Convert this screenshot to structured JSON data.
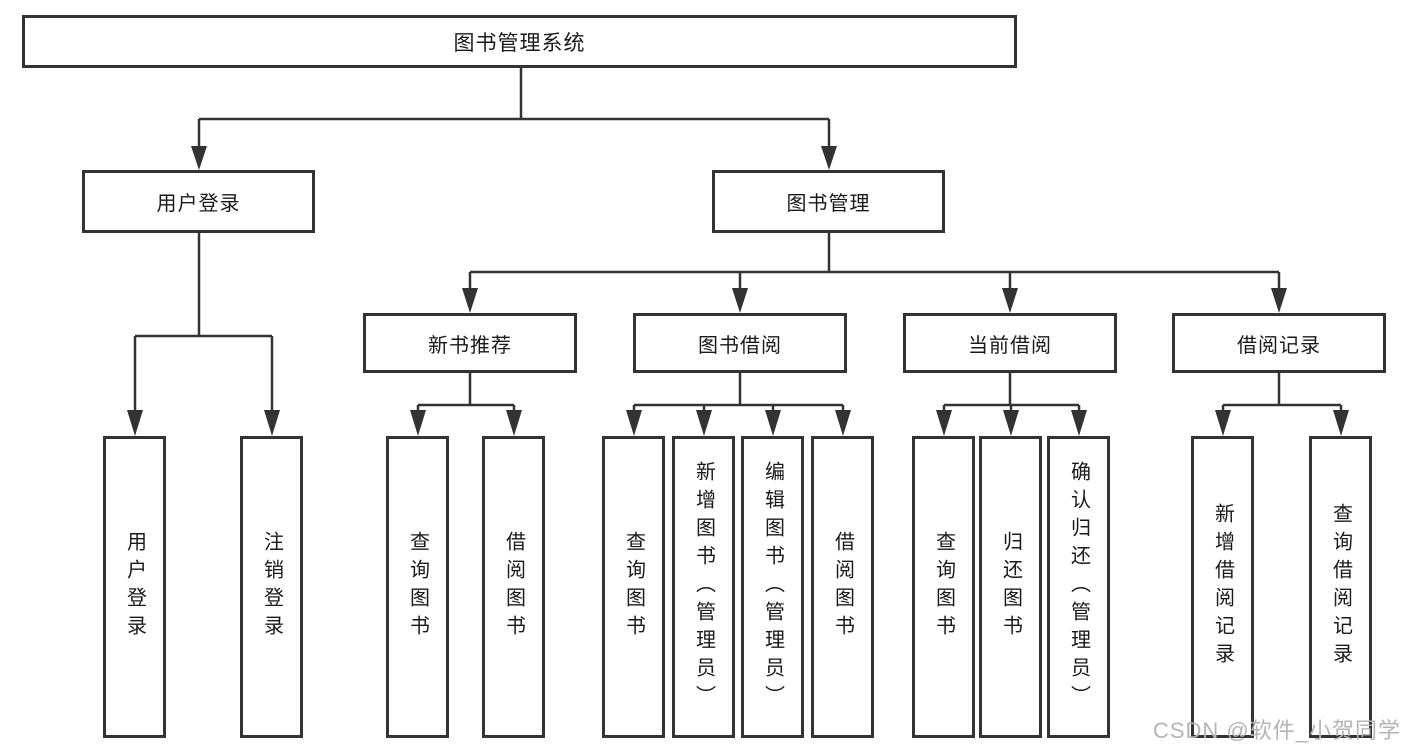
{
  "tree": {
    "root_label": "图书管理系统",
    "level2": {
      "user_login": "用户登录",
      "book_mgmt": "图书管理"
    },
    "level3": {
      "new_books": "新书推荐",
      "borrow": "图书借阅",
      "current": "当前借阅",
      "records": "借阅记录"
    },
    "leaves": {
      "user_login": [
        "用户登录",
        "注销登录"
      ],
      "new_books": [
        "查询图书",
        "借阅图书"
      ],
      "borrow": [
        "查询图书",
        "新增图书（管理员）",
        "编辑图书（管理员）",
        "借阅图书"
      ],
      "current": [
        "查询图书",
        "归还图书",
        "确认归还（管理员）"
      ],
      "records": [
        "新增借阅记录",
        "查询借阅记录"
      ]
    }
  },
  "watermark": "CSDN @软件_小贺同学",
  "colors": {
    "line": "#333333",
    "text": "#1a1a1a",
    "watermark": "#b5b5b5",
    "background": "#ffffff"
  }
}
